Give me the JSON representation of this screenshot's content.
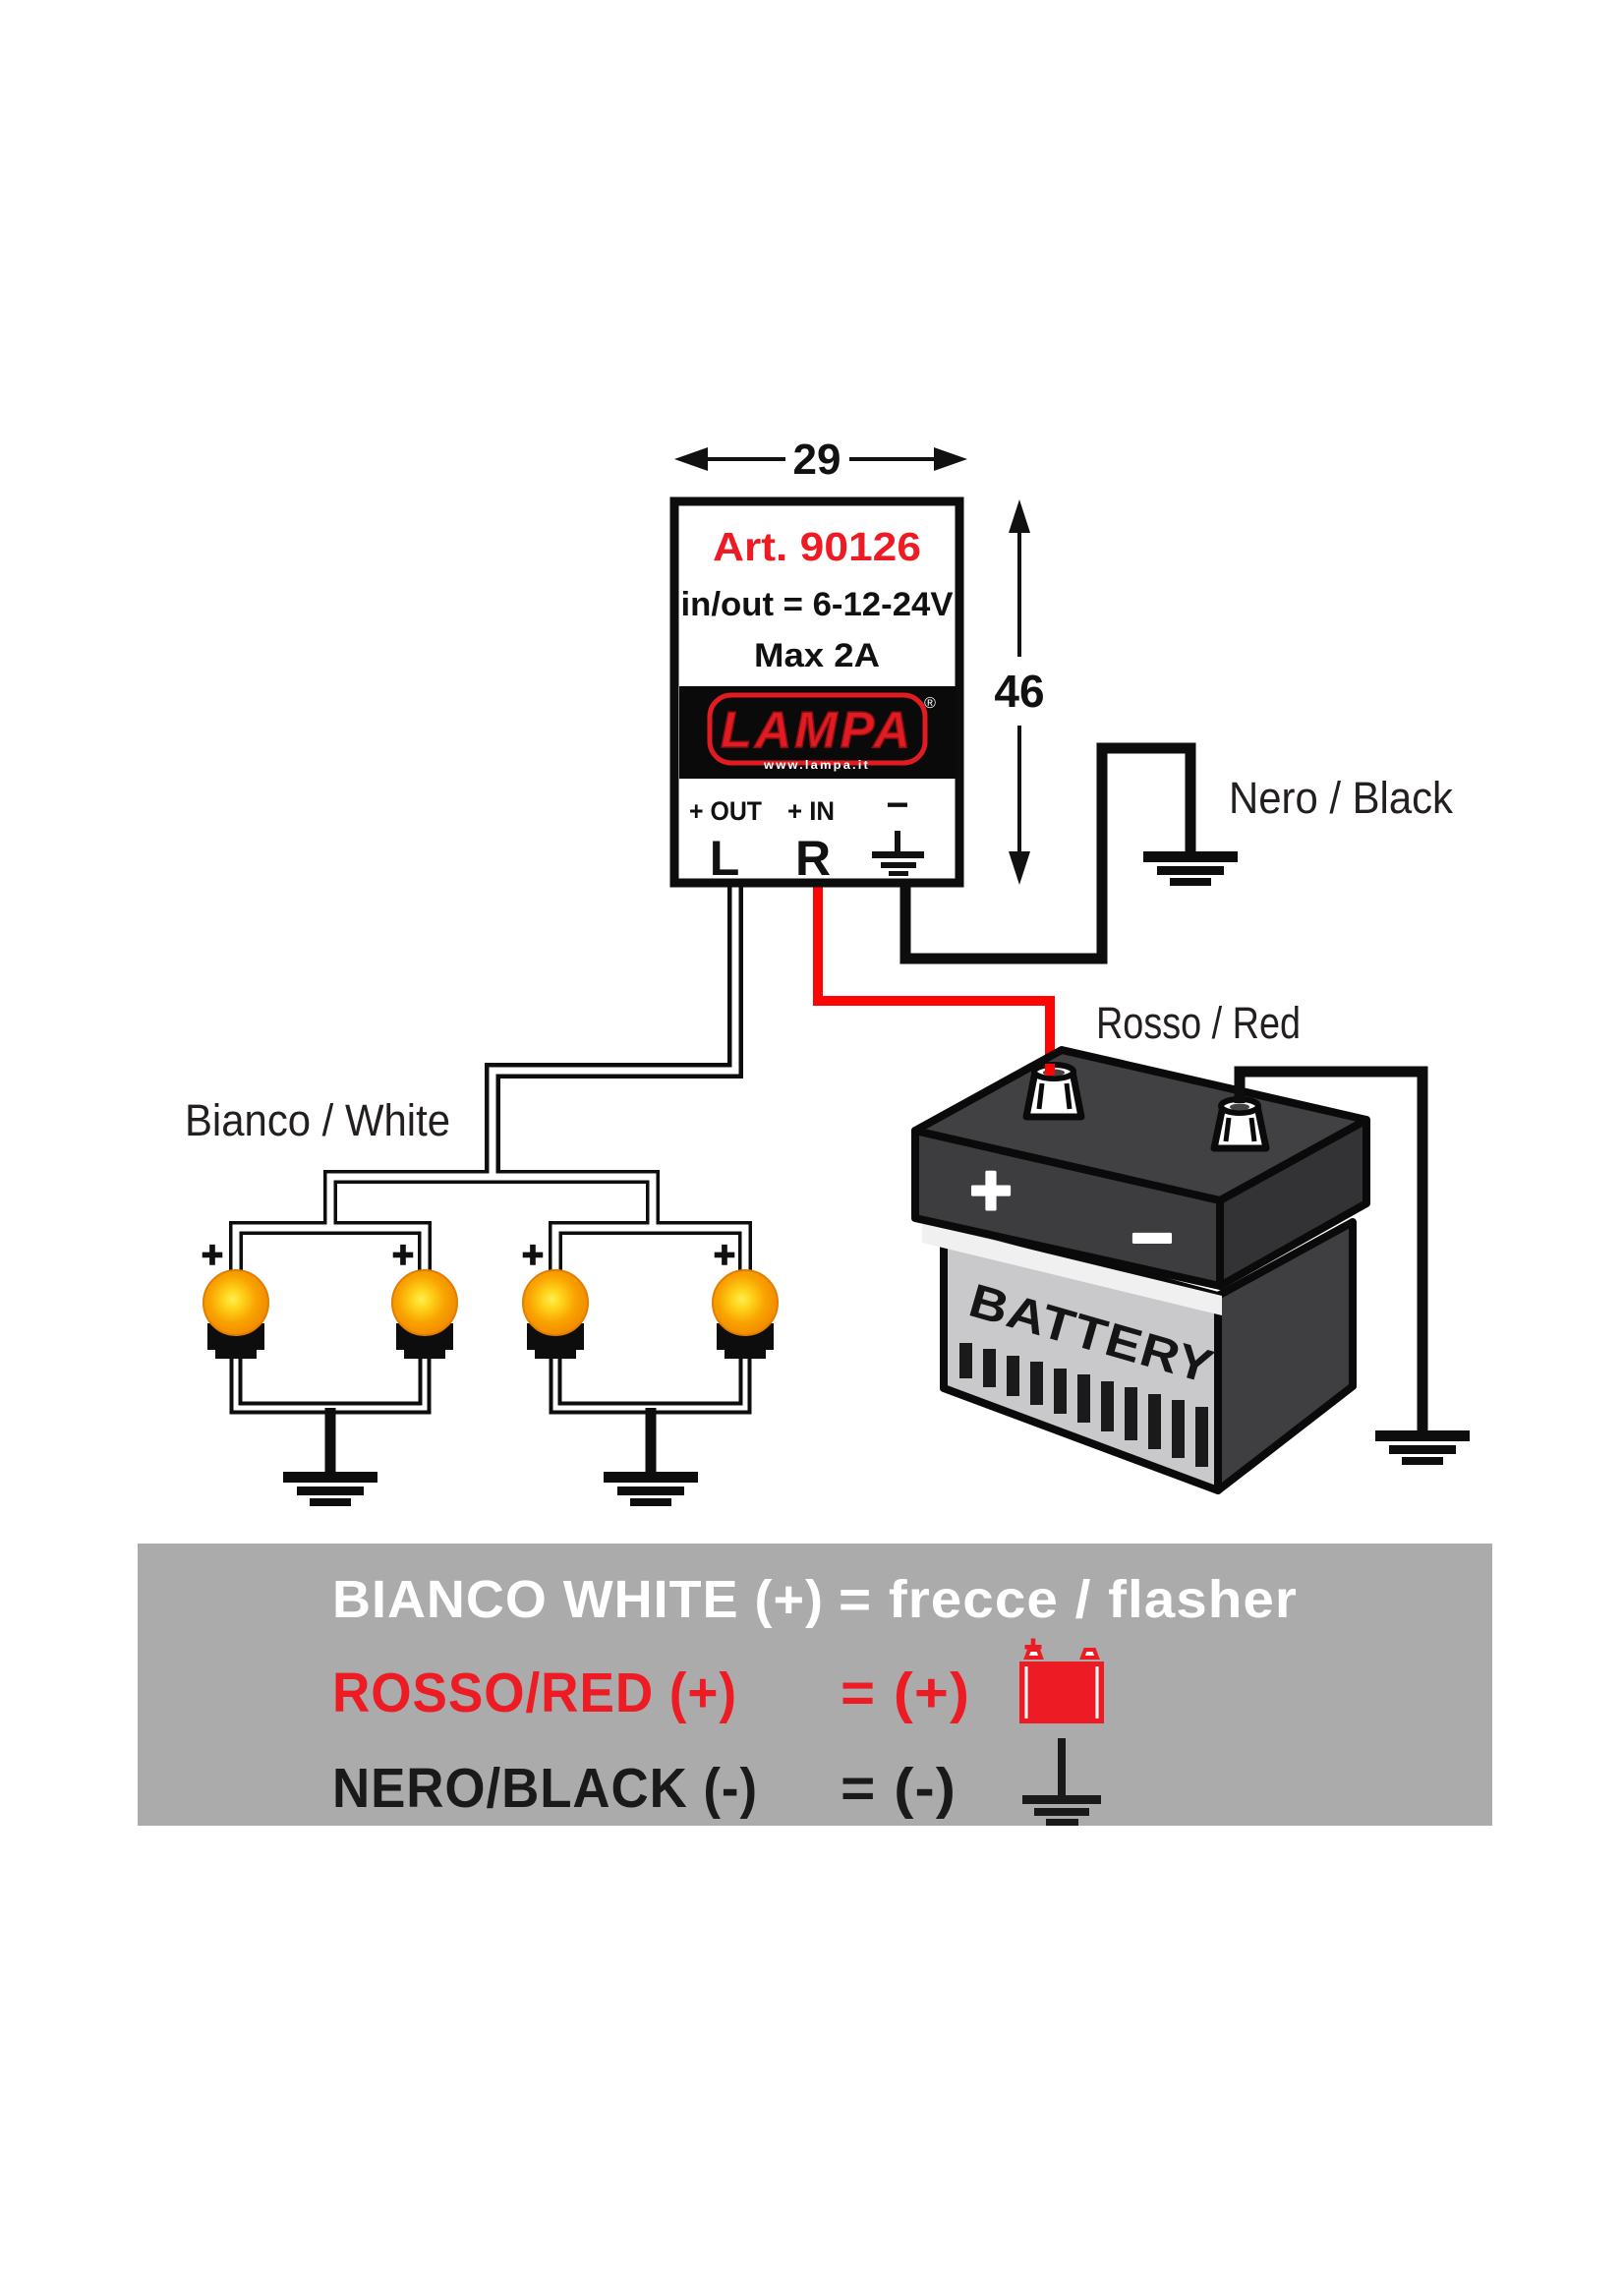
{
  "dimension_arrows": {
    "width_label": "29",
    "height_label": "46"
  },
  "relay": {
    "article": "Art. 90126",
    "voltage": "in/out = 6-12-24V",
    "current": "Max 2A",
    "brand": "LAMPA",
    "brand_registered": "®",
    "brand_url": "www.lampa.it",
    "terminals": {
      "out_label": "+ OUT",
      "in_label": "+ IN",
      "minus_label": "−",
      "left": "L",
      "right": "R"
    }
  },
  "wire_labels": {
    "white": "Bianco / White",
    "red": "Rosso / Red",
    "black": "Nero / Black"
  },
  "lamps": {
    "plus_label": "+"
  },
  "battery": {
    "plus_label": "+",
    "minus_label": "−",
    "label": "BATTERY"
  },
  "legend": {
    "rows": [
      {
        "label": "BIANCO WHITE (+)",
        "value": "= frecce / flasher"
      },
      {
        "label": "ROSSO/RED (+)",
        "value": "= (+)"
      },
      {
        "label": "NERO/BLACK (-)",
        "value": "= (-)"
      }
    ],
    "battery_icon_plus": "+"
  },
  "colors": {
    "accent_red": "#ed1c24",
    "wire_red": "#fb0505",
    "wire_black": "#0d0d0d",
    "amber_bulb": "#f59e00",
    "legend_gray": "#ababab",
    "battery_body_gray": "#c9c9cb",
    "battery_lid_dark": "#3d3d40"
  }
}
